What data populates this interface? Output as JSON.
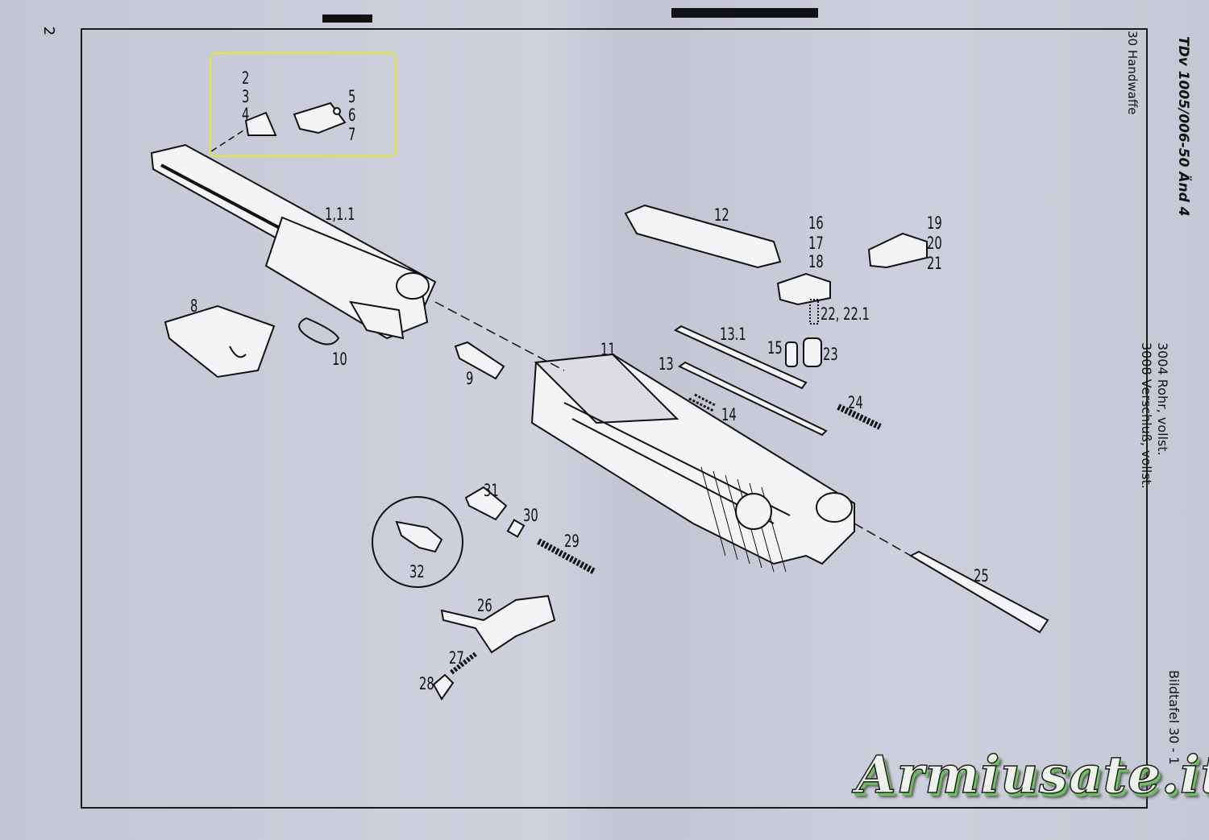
{
  "page_number": "2",
  "header": {
    "document_id": "TDv 1005/006-50 Änd 4",
    "section": "30 Handwaffe"
  },
  "assemblies": [
    "3004 Rohr, vollst.",
    "3008 Verschluß, vollst."
  ],
  "plate": "Bildtafel 30 - 1",
  "watermark": "Armiusate.it",
  "highlight_color": "#e6e62a",
  "part_labels": [
    "2",
    "3",
    "4",
    "5",
    "6",
    "7",
    "1,1.1",
    "8",
    "10",
    "9",
    "11",
    "12",
    "13.1",
    "13",
    "14",
    "15",
    "16",
    "17",
    "18",
    "19",
    "20",
    "21",
    "22, 22.1",
    "23",
    "24",
    "25",
    "26",
    "27",
    "28",
    "29",
    "30",
    "31",
    "32"
  ]
}
